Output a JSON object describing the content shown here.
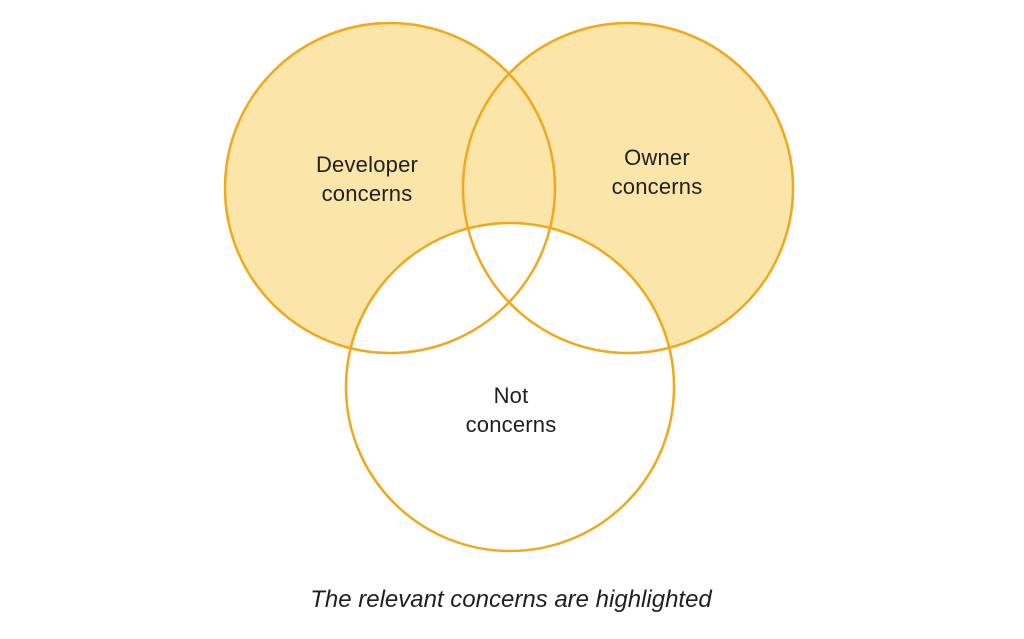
{
  "diagram": {
    "type": "venn",
    "sets": [
      {
        "id": "developer",
        "label": "Developer\nconcerns",
        "highlighted": true
      },
      {
        "id": "owner",
        "label": "Owner\nconcerns",
        "highlighted": true
      },
      {
        "id": "not",
        "label": "Not\nconcerns",
        "highlighted": false
      }
    ],
    "caption": "The relevant concerns are highlighted",
    "colors": {
      "highlight_fill": "#FBE5A8",
      "non_highlight_fill": "#FFFFFF",
      "circle_stroke": "#F0A81C",
      "text": "#1F1F1F",
      "background": "#FFFFFF"
    }
  }
}
